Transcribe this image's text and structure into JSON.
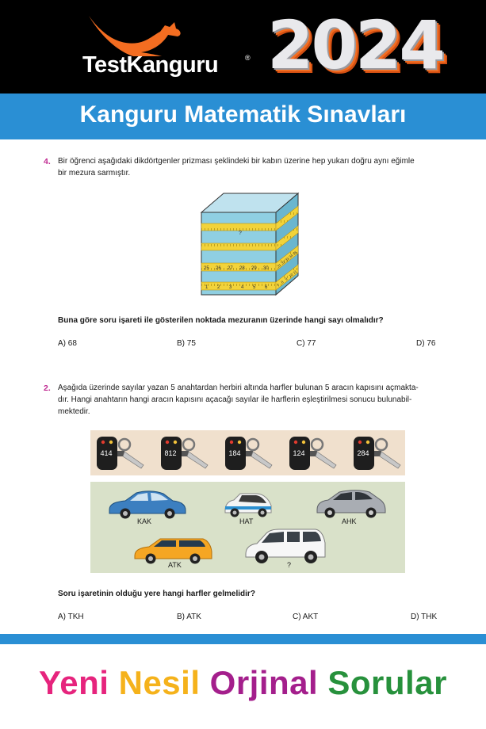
{
  "header": {
    "brand_text": "TestKanguru",
    "registered_mark": "®",
    "year": "2024",
    "banner_title": "Kanguru Matematik Sınavları"
  },
  "questions": [
    {
      "number": "4.",
      "lines": [
        "Bir öğrenci aşağıdaki dikdörtgenler prizması şeklindeki bir kabın üzerine hep yukarı doğru aynı eğimle",
        "bir mezura sarmıştır."
      ],
      "figure": {
        "bottom_tape_numbers": [
          "1",
          "2",
          "3",
          "4",
          "5",
          "6"
        ],
        "second_tape_numbers": [
          "25",
          "26",
          "27",
          "28",
          "29",
          "30"
        ],
        "side_numbers": [
          "7",
          "8",
          "9",
          "10",
          "11"
        ],
        "side_numbers_upper": [
          "31",
          "32",
          "33",
          "34",
          "35"
        ],
        "question_mark": "?"
      },
      "prompt": "Buna göre soru işareti ile gösterilen noktada mezuranın üzerinde hangi sayı olmalıdır?",
      "options": [
        "A) 68",
        "B) 75",
        "C) 77",
        "D) 76"
      ]
    },
    {
      "number": "2.",
      "lines": [
        "Aşağıda üzerinde sayılar yazan 5 anahtardan herbiri altında harfler bulunan 5 aracın kapısını açmakta-",
        "dır. Hangi anahtarın hangi aracın kapısını açacağı sayılar ile harflerin eşleştirilmesi sonucu bulunabil-",
        "mektedir."
      ],
      "keys": [
        "414",
        "812",
        "184",
        "124",
        "284"
      ],
      "cars": [
        "KAK",
        "HAT",
        "AHK",
        "ATK",
        "?"
      ],
      "prompt": "Soru işaretinin olduğu yere hangi harfler gelmelidir?",
      "options": [
        "A) TKH",
        "B) ATK",
        "C) AKT",
        "D) THK"
      ]
    }
  ],
  "footer": {
    "slogan_words": [
      "Yeni",
      "Nesil",
      "Orjinal",
      "Sorular"
    ]
  },
  "colors": {
    "banner_blue": "#2a8fd4",
    "question_number": "#c02b92",
    "slogan_pink": "#e6247d",
    "slogan_yellow": "#f5b21b",
    "slogan_purple": "#a41f8c",
    "slogan_green": "#27913c",
    "kangaroo_orange": "#f36d21"
  }
}
